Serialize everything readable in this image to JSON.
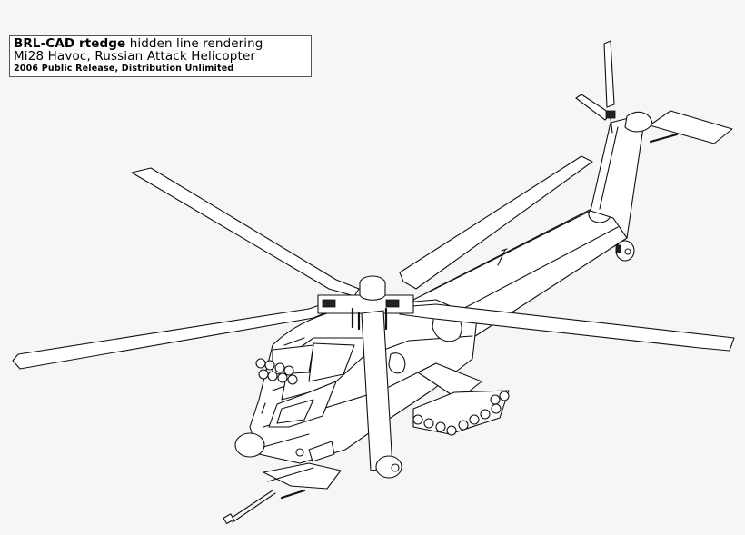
{
  "caption": {
    "line1_bold": "BRL-CAD rtedge",
    "line1_rest": " hidden line rendering",
    "line2": "Mi28 Havoc, Russian Attack Helicopter",
    "line3": "2006 Public Release, Distribution Unlimited"
  },
  "figure": {
    "subject": "Mi-28 Havoc attack helicopter, hidden line rendering",
    "background_color": "#f6f6f6",
    "line_color": "#111111",
    "fill_color": "#ffffff",
    "parts": [
      "main-rotor-blade-left-upper",
      "main-rotor-blade-left-lower",
      "main-rotor-blade-right-upper",
      "main-rotor-blade-right-lower",
      "main-rotor-blade-front",
      "rotor-hub",
      "fuselage",
      "cockpit-canopy",
      "nose",
      "tail-boom",
      "tail-fin",
      "tail-rotor",
      "horizontal-stabilizer",
      "tail-wheel",
      "main-wheel",
      "rocket-pod-left",
      "rocket-pod-right",
      "cannon"
    ]
  }
}
